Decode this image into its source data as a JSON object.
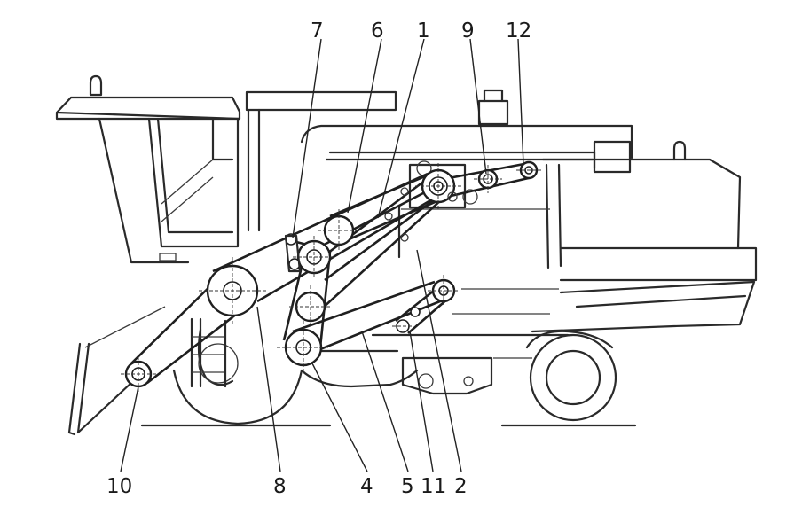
{
  "callouts": {
    "top": [
      "7",
      "6",
      "1",
      "9",
      "12"
    ],
    "bottom": [
      "10",
      "8",
      "4",
      "5",
      "11",
      "2"
    ]
  },
  "colors": {
    "ink": "#1f1f1f",
    "paper": "#ffffff"
  }
}
